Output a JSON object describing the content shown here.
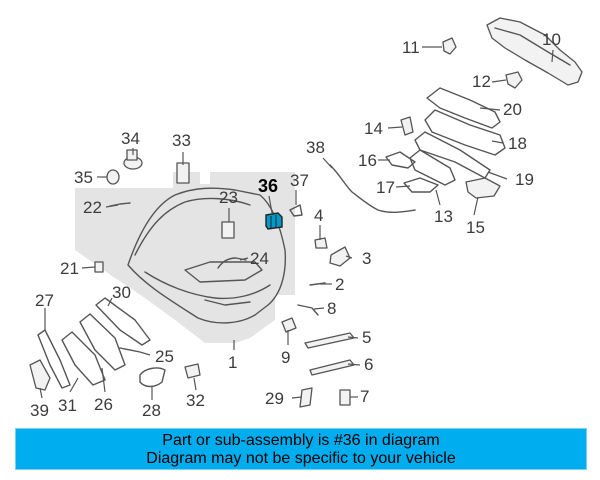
{
  "highlighted_part": "36",
  "callouts": {
    "p1": "1",
    "p2": "2",
    "p3": "3",
    "p4": "4",
    "p5": "5",
    "p6": "6",
    "p7": "7",
    "p8": "8",
    "p9": "9",
    "p10": "10",
    "p11": "11",
    "p12": "12",
    "p13": "13",
    "p14": "14",
    "p15": "15",
    "p16": "16",
    "p17": "17",
    "p18": "18",
    "p19": "19",
    "p20": "20",
    "p21": "21",
    "p22": "22",
    "p23": "23",
    "p24": "24",
    "p25": "25",
    "p26": "26",
    "p27": "27",
    "p28": "28",
    "p29": "29",
    "p30": "30",
    "p31": "31",
    "p32": "32",
    "p33": "33",
    "p34": "34",
    "p35": "35",
    "p36": "36",
    "p37": "37",
    "p38": "38",
    "p39": "39"
  },
  "banner": {
    "line1": "Part or sub-assembly is #36 in diagram",
    "line2": "Diagram may not be specific to your vehicle"
  },
  "colors": {
    "banner_bg": "#00aeef",
    "highlight_part": "#0099cc",
    "shaded_region": "#e4e4e4"
  }
}
